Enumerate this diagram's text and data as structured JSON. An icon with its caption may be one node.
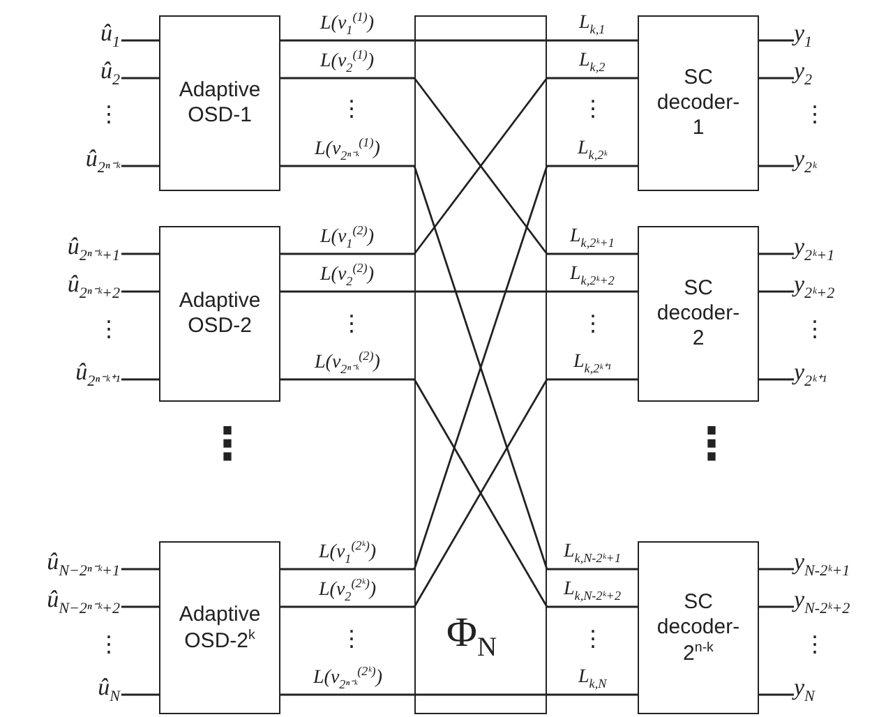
{
  "diagram": {
    "nodes": [
      {
        "text": [
          "û$_{1}$"
        ]
      },
      {
        "text": [
          "û$_{2}$"
        ]
      },
      {
        "text": [
          "û$_{2ⁿ⁻ᵏ}$"
        ]
      },
      {
        "text": [
          "Adaptive OSD-1"
        ]
      },
      {
        "text": [
          "Φ$_{N}$"
        ]
      },
      {
        "text": [
          "SC decoder-1"
        ]
      },
      {
        "text": [
          "y$_{1}$"
        ]
      },
      {
        "text": [
          "y$_{2}$"
        ]
      },
      {
        "text": [
          "y$_{2ᵏ}$"
        ]
      },
      {
        "text": [
          "û$_{2ⁿ⁻ᵏ+1}$"
        ]
      },
      {
        "text": [
          "û$_{2ⁿ⁻ᵏ+2}$"
        ]
      },
      {
        "text": [
          "û$_{2ⁿ⁻ᵏ⁺¹}$"
        ]
      },
      {
        "text": [
          "Adaptive OSD-2"
        ]
      },
      {
        "text": [
          "SC decoder-2"
        ]
      },
      {
        "text": [
          "y$_{2ᵏ+1}$"
        ]
      },
      {
        "text": [
          "y$_{2ᵏ+2}$"
        ]
      },
      {
        "text": [
          "y$_{2ᵏ⁺¹}$"
        ]
      },
      {
        "text": [
          "û$_{N−2ⁿ⁻ᵏ+1}$"
        ]
      },
      {
        "text": [
          "û$_{N−2ⁿ⁻ᵏ+2}$"
        ]
      },
      {
        "text": [
          "û$_{N}$"
        ]
      },
      {
        "text": [
          "Adaptive OSD-2$^{k}$"
        ]
      },
      {
        "text": [
          "SC decoder-2$^{n-k}$"
        ]
      },
      {
        "text": [
          "y$_{N-2ᵏ+1}$"
        ]
      },
      {
        "text": [
          "y$_{N-2ᵏ+2}$"
        ]
      },
      {
        "text": [
          "y$_{N}$"
        ]
      }
    ],
    "edges": [
      {
        "from": 0,
        "to": 3,
        "arrow": "none"
      },
      {
        "from": 1,
        "to": 3,
        "arrow": "none"
      },
      {
        "from": 2,
        "to": 3,
        "arrow": "none"
      },
      {
        "from": 3,
        "to": 4,
        "arrow": "none",
        "label": "L(v$_{1}$$^{(1)}$)"
      },
      {
        "from": 3,
        "to": 4,
        "arrow": "none",
        "label": "L(v$_{2}$$^{(1)}$)"
      },
      {
        "from": 3,
        "to": 4,
        "arrow": "none",
        "label": "L(v$_{2ⁿ⁻ᵏ}$$^{(1)}$)"
      },
      {
        "from": 4,
        "to": 5,
        "arrow": "none",
        "label": "L$_{k,1}$"
      },
      {
        "from": 4,
        "to": 5,
        "arrow": "none",
        "label": "L$_{k,2}$"
      },
      {
        "from": 4,
        "to": 5,
        "arrow": "none",
        "label": "L$_{k,2ᵏ}$"
      },
      {
        "from": 5,
        "to": 6,
        "arrow": "none"
      },
      {
        "from": 5,
        "to": 7,
        "arrow": "none"
      },
      {
        "from": 5,
        "to": 8,
        "arrow": "none"
      },
      {
        "from": 9,
        "to": 12,
        "arrow": "none"
      },
      {
        "from": 10,
        "to": 12,
        "arrow": "none"
      },
      {
        "from": 11,
        "to": 12,
        "arrow": "none"
      },
      {
        "from": 12,
        "to": 4,
        "arrow": "none",
        "label": "L(v$_{1}$$^{(2)}$)"
      },
      {
        "from": 12,
        "to": 4,
        "arrow": "none",
        "label": "L(v$_{2}$$^{(2)}$)"
      },
      {
        "from": 12,
        "to": 4,
        "arrow": "none",
        "label": "L(v$_{2ⁿ⁻ᵏ}$$^{(2)}$)"
      },
      {
        "from": 4,
        "to": 13,
        "arrow": "none",
        "label": "L$_{k,2ᵏ+1}$"
      },
      {
        "from": 4,
        "to": 13,
        "arrow": "none",
        "label": "L$_{k,2ᵏ+2}$"
      },
      {
        "from": 4,
        "to": 13,
        "arrow": "none",
        "label": "L$_{k,2ᵏ⁺¹}$"
      },
      {
        "from": 13,
        "to": 14,
        "arrow": "none"
      },
      {
        "from": 13,
        "to": 15,
        "arrow": "none"
      },
      {
        "from": 13,
        "to": 16,
        "arrow": "none"
      },
      {
        "from": 17,
        "to": 20,
        "arrow": "none"
      },
      {
        "from": 18,
        "to": 20,
        "arrow": "none"
      },
      {
        "from": 19,
        "to": 20,
        "arrow": "none"
      },
      {
        "from": 20,
        "to": 4,
        "arrow": "none",
        "label": "L(v$_{1}$$^{(2ᵏ)}$)"
      },
      {
        "from": 20,
        "to": 4,
        "arrow": "none",
        "label": "L(v$_{2}$$^{(2ᵏ)}$)"
      },
      {
        "from": 20,
        "to": 4,
        "arrow": "none",
        "label": "L(v$_{2ⁿ⁻ᵏ}$$^{(2ᵏ)}$)"
      },
      {
        "from": 4,
        "to": 21,
        "arrow": "none",
        "label": "L$_{k,N-2ᵏ+1}$"
      },
      {
        "from": 4,
        "to": 21,
        "arrow": "none",
        "label": "L$_{k,N-2ᵏ+2}$"
      },
      {
        "from": 4,
        "to": 21,
        "arrow": "none",
        "label": "L$_{k,N}$"
      },
      {
        "from": 21,
        "to": 22,
        "arrow": "none"
      },
      {
        "from": 21,
        "to": 23,
        "arrow": "none"
      },
      {
        "from": 21,
        "to": 24,
        "arrow": "none"
      }
    ],
    "labels": [
      "⋮",
      "⋮",
      "⋮",
      "⋮",
      "⋮",
      "⋮",
      "⋮",
      "⋮",
      "⋮",
      "⋮",
      "⋮",
      "⋮",
      "⋮",
      "⋮"
    ]
  }
}
